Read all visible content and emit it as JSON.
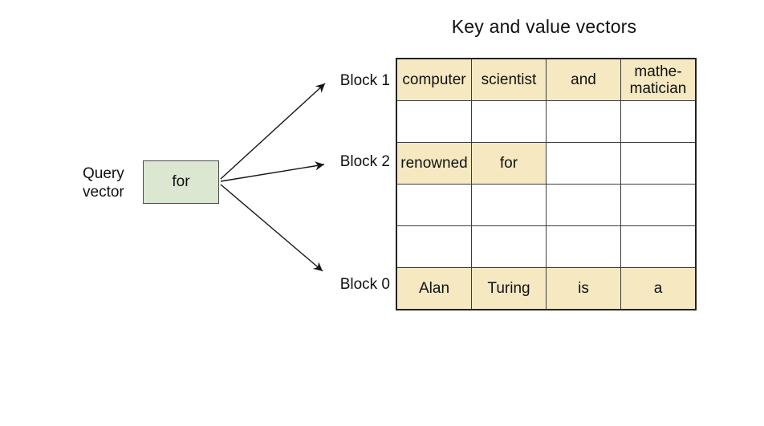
{
  "title": "Key and value vectors",
  "query_vector": {
    "label": "Query\nvector",
    "box_text": "for"
  },
  "block_labels": [
    "Block 1",
    "Block 2",
    "Block 0"
  ],
  "table": {
    "rows": [
      {
        "cells": [
          "computer",
          "scientist",
          "and",
          "mathe-\nmatician"
        ],
        "highlighted": [
          true,
          true,
          true,
          true
        ]
      },
      {
        "cells": [
          "",
          "",
          "",
          ""
        ],
        "highlighted": [
          false,
          false,
          false,
          false
        ]
      },
      {
        "cells": [
          "renowned",
          "for",
          "",
          ""
        ],
        "highlighted": [
          true,
          true,
          false,
          false
        ]
      },
      {
        "cells": [
          "",
          "",
          "",
          ""
        ],
        "highlighted": [
          false,
          false,
          false,
          false
        ]
      },
      {
        "cells": [
          "",
          "",
          "",
          ""
        ],
        "highlighted": [
          false,
          false,
          false,
          false
        ]
      },
      {
        "cells": [
          "Alan",
          "Turing",
          "is",
          "a"
        ],
        "highlighted": [
          true,
          true,
          true,
          true
        ]
      }
    ]
  },
  "colors": {
    "cell_highlight": "#f6e9c2",
    "query_box_fill": "#dbe7d1",
    "arrow": "#151515",
    "border": "#3c3c3c"
  }
}
